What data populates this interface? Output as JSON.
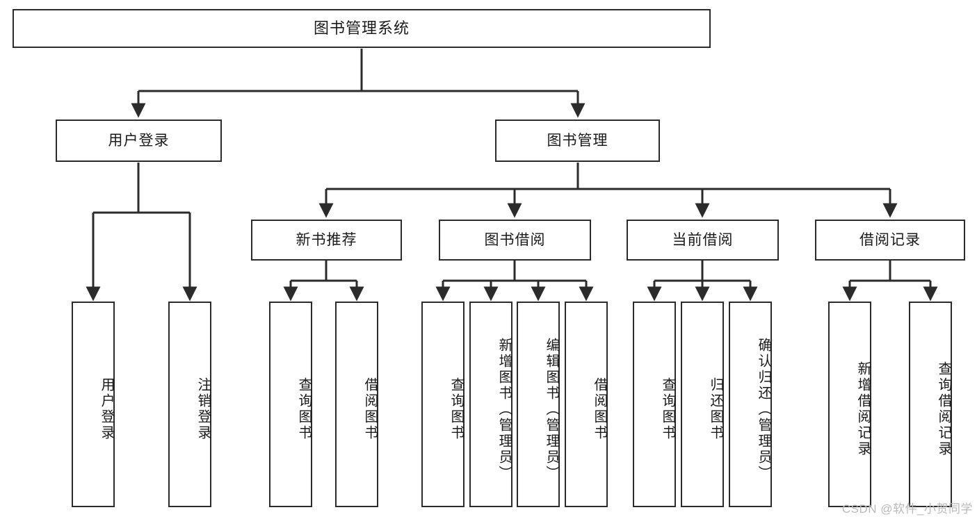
{
  "diagram": {
    "title": "图书管理系统",
    "type": "tree",
    "root": {
      "label": "图书管理系统"
    },
    "level2": [
      {
        "label": "用户登录"
      },
      {
        "label": "图书管理"
      }
    ],
    "level3": [
      {
        "label": "新书推荐"
      },
      {
        "label": "图书借阅"
      },
      {
        "label": "当前借阅"
      },
      {
        "label": "借阅记录"
      }
    ],
    "leaves": {
      "user_login": [
        {
          "label": "用户登录"
        },
        {
          "label": "注销登录"
        }
      ],
      "new_book_recommend": [
        {
          "label": "查询图书"
        },
        {
          "label": "借阅图书"
        }
      ],
      "book_borrow": [
        {
          "label": "查询图书"
        },
        {
          "label": "新增图书（管理员）"
        },
        {
          "label": "编辑图书（管理员）"
        },
        {
          "label": "借阅图书"
        }
      ],
      "current_borrow": [
        {
          "label": "查询图书"
        },
        {
          "label": "归还图书"
        },
        {
          "label": "确认归还（管理员）"
        }
      ],
      "borrow_record": [
        {
          "label": "新增借阅记录"
        },
        {
          "label": "查询借阅记录"
        }
      ]
    }
  },
  "watermark": {
    "text": "CSDN @软件_小贺同学"
  },
  "colors": {
    "stroke": "#2b2b2b",
    "text": "#1a1a1a",
    "background": "#ffffff",
    "watermark": "#b9b9b9"
  }
}
